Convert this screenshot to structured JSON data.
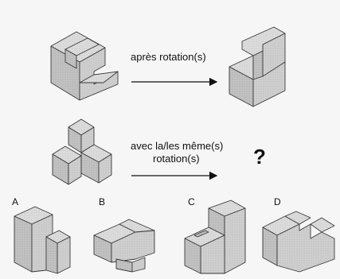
{
  "task": {
    "example_caption": "après rotation(s)",
    "question_caption_line1": "avec la/les même(s)",
    "question_caption_line2": "rotation(s)",
    "question_mark": "?"
  },
  "options": [
    {
      "letter": "A"
    },
    {
      "letter": "B"
    },
    {
      "letter": "C"
    },
    {
      "letter": "D"
    }
  ],
  "colors": {
    "background": "#f6f6f6",
    "face_top": "#d9d9d9",
    "face_left": "#bdbdbd",
    "face_right": "#c9c9c9",
    "edge": "#3a3a3a"
  }
}
